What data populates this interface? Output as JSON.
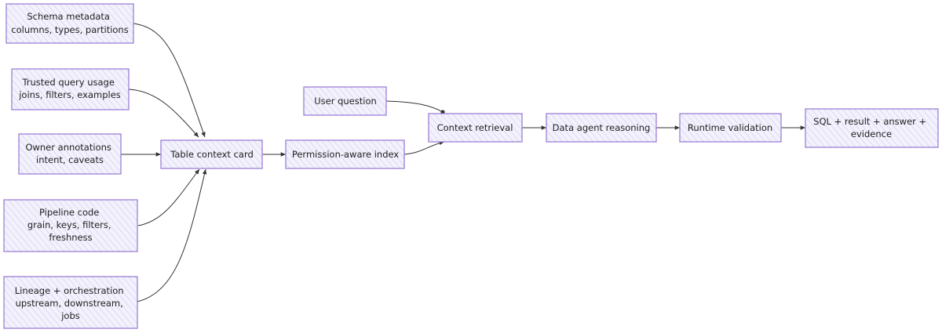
{
  "nodes": {
    "schema_metadata": {
      "lines": [
        "Schema metadata",
        "columns, types, partitions"
      ]
    },
    "trusted_query_usage": {
      "lines": [
        "Trusted query usage",
        "joins, filters, examples"
      ]
    },
    "owner_annotations": {
      "lines": [
        "Owner annotations",
        "intent, caveats"
      ]
    },
    "pipeline_code": {
      "lines": [
        "Pipeline code",
        "grain, keys, filters,",
        "freshness"
      ]
    },
    "lineage_orchestration": {
      "lines": [
        "Lineage + orchestration",
        "upstream, downstream,",
        "jobs"
      ]
    },
    "table_context_card": {
      "lines": [
        "Table context card"
      ]
    },
    "permission_aware_index": {
      "lines": [
        "Permission-aware index"
      ]
    },
    "user_question": {
      "lines": [
        "User question"
      ]
    },
    "context_retrieval": {
      "lines": [
        "Context retrieval"
      ]
    },
    "data_agent_reasoning": {
      "lines": [
        "Data agent reasoning"
      ]
    },
    "runtime_validation": {
      "lines": [
        "Runtime validation"
      ]
    },
    "sql_result_answer_evidence": {
      "lines": [
        "SQL + result + answer +",
        "evidence"
      ]
    }
  },
  "edges": [
    {
      "from": "schema_metadata",
      "to": "table_context_card"
    },
    {
      "from": "trusted_query_usage",
      "to": "table_context_card"
    },
    {
      "from": "owner_annotations",
      "to": "table_context_card"
    },
    {
      "from": "pipeline_code",
      "to": "table_context_card"
    },
    {
      "from": "lineage_orchestration",
      "to": "table_context_card"
    },
    {
      "from": "table_context_card",
      "to": "permission_aware_index"
    },
    {
      "from": "permission_aware_index",
      "to": "context_retrieval"
    },
    {
      "from": "user_question",
      "to": "context_retrieval"
    },
    {
      "from": "context_retrieval",
      "to": "data_agent_reasoning"
    },
    {
      "from": "data_agent_reasoning",
      "to": "runtime_validation"
    },
    {
      "from": "runtime_validation",
      "to": "sql_result_answer_evidence"
    }
  ],
  "colors": {
    "node_fill": "#ecebfa",
    "node_border": "#9d7fd6",
    "edge": "#333333",
    "text": "#222222"
  }
}
